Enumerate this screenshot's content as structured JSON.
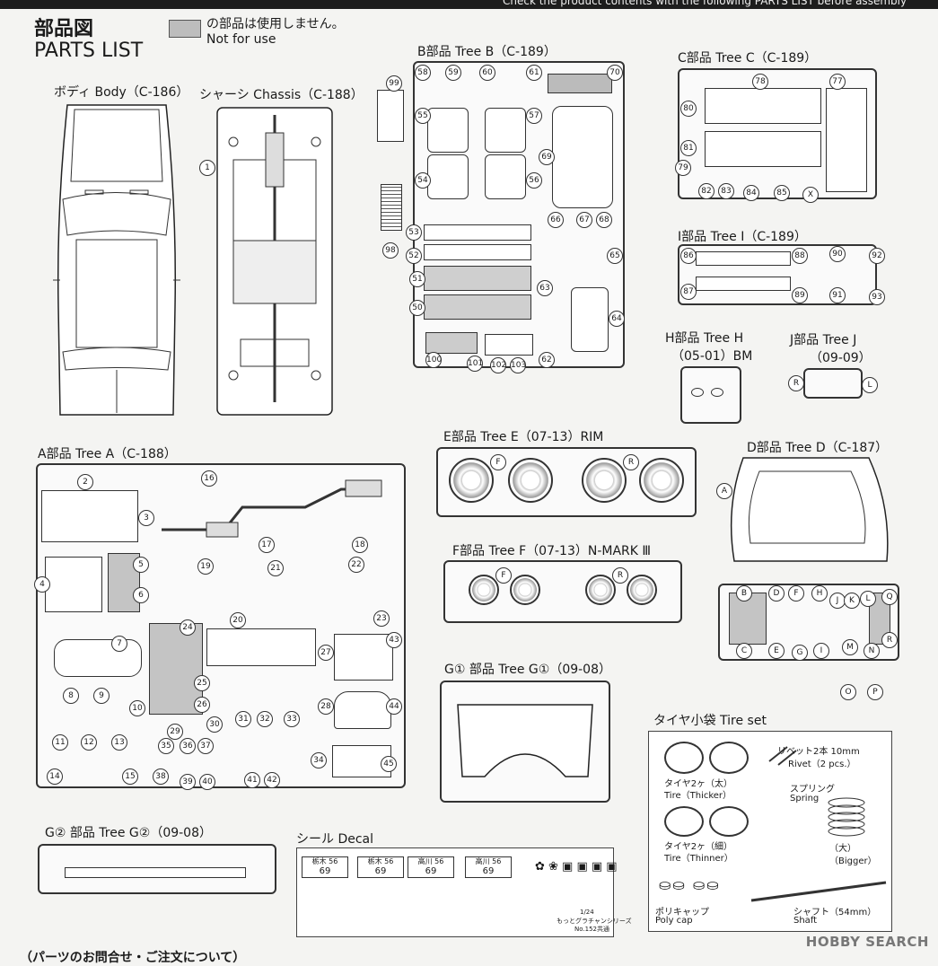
{
  "header": {
    "banner": "Check the product contents with the following PARTS LIST before assembly",
    "title_ja": "部品図",
    "title_en": "PARTS LIST",
    "legend_ja": "の部品は使用しません。",
    "legend_en": "Not for use"
  },
  "body": {
    "label": "ボディ Body（C-186）"
  },
  "chassis": {
    "label": "シャーシ Chassis（C-188）",
    "part": "1"
  },
  "tree_b": {
    "label": "B部品 Tree B（C-189）",
    "parts": [
      "58",
      "59",
      "60",
      "61",
      "70",
      "99",
      "55",
      "57",
      "69",
      "54",
      "56",
      "53",
      "66",
      "67",
      "68",
      "98",
      "52",
      "65",
      "51",
      "63",
      "50",
      "64",
      "100",
      "101",
      "102",
      "103",
      "62"
    ]
  },
  "tree_c": {
    "label": "C部品 Tree C（C-189）",
    "parts": [
      "78",
      "77",
      "80",
      "81",
      "79",
      "82",
      "83",
      "84",
      "85",
      "X"
    ]
  },
  "tree_i": {
    "label": "I部品 Tree I（C-189）",
    "parts": [
      "86",
      "88",
      "90",
      "92",
      "87",
      "89",
      "91",
      "93"
    ]
  },
  "tree_h": {
    "label_1": "H部品 Tree H",
    "label_2": "（05-01）BM"
  },
  "tree_j": {
    "label_1": "J部品 Tree J",
    "label_2": "（09-09）",
    "parts": [
      "R",
      "L"
    ]
  },
  "tree_e": {
    "label": "E部品 Tree E（07-13）RIM",
    "parts": [
      "F",
      "R"
    ]
  },
  "tree_f": {
    "label": "F部品 Tree F（07-13）N-MARK Ⅲ",
    "parts": [
      "F",
      "R"
    ]
  },
  "tree_d": {
    "label": "D部品 Tree D（C-187）",
    "parts": [
      "A",
      "B",
      "C",
      "D",
      "E",
      "F",
      "G",
      "H",
      "I",
      "J",
      "K",
      "L",
      "M",
      "N",
      "O",
      "P",
      "Q",
      "R"
    ]
  },
  "tree_a": {
    "label": "A部品 Tree A（C-188）",
    "parts": [
      "2",
      "3",
      "16",
      "17",
      "18",
      "4",
      "5",
      "6",
      "19",
      "20",
      "21",
      "22",
      "23",
      "7",
      "24",
      "25",
      "26",
      "27",
      "28",
      "43",
      "8",
      "9",
      "10",
      "44",
      "11",
      "12",
      "13",
      "29",
      "30",
      "31",
      "32",
      "33",
      "34",
      "35",
      "36",
      "37",
      "45",
      "14",
      "15",
      "38",
      "39",
      "40",
      "41",
      "42"
    ]
  },
  "tree_g1": {
    "label": "G① 部品 Tree G①（09-08）"
  },
  "tree_g2": {
    "label": "G② 部品 Tree G②（09-08）"
  },
  "decal": {
    "label": "シール Decal",
    "plates": [
      {
        "top": "栃木 56",
        "bottom": "69"
      },
      {
        "top": "栃木 56",
        "bottom": "69"
      },
      {
        "top": "高川 56",
        "bottom": "69"
      },
      {
        "top": "高川 56",
        "bottom": "69"
      }
    ],
    "footer_1": "1/24",
    "footer_2": "もっとグラチャンシリーズ",
    "footer_3": "No.152共通"
  },
  "tire_set": {
    "label": "タイヤ小袋 Tire set",
    "rivet_ja": "リベット2本 10mm",
    "rivet_en": "Rivet（2 pcs.）",
    "thick_ja": "タイヤ2ヶ（太）",
    "thick_en": "Tire（Thicker）",
    "spring_ja": "スプリング",
    "spring_en": "Spring",
    "thin_ja": "タイヤ2ヶ（細）",
    "thin_en": "Tire（Thinner）",
    "bigger_ja": "（大）",
    "bigger_en": "（Bigger）",
    "polycap_ja": "ポリキャップ",
    "polycap_en": "Poly cap",
    "shaft_ja": "シャフト（54mm）",
    "shaft_en": "Shaft"
  },
  "footer": {
    "text": "（パーツのお問合せ・ご注文について）"
  },
  "watermark": "HOBBY SEARCH"
}
